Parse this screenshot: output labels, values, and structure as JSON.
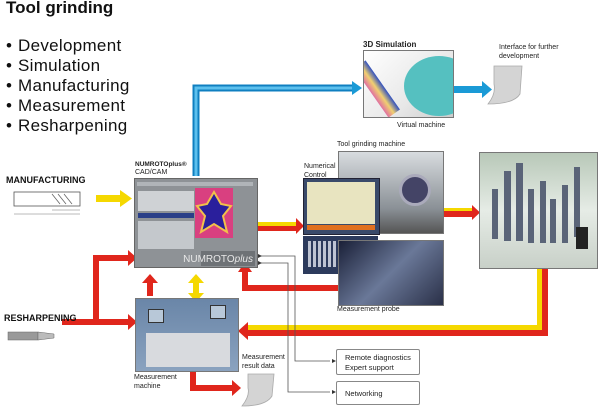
{
  "title": "Tool grinding",
  "bullets": [
    "Development",
    "Simulation",
    "Manufacturing",
    "Measurement",
    "Resharpening"
  ],
  "inputs": {
    "manufacturing": "MANUFACTURING",
    "resharpening": "RESHARPENING"
  },
  "nodes": {
    "cadcam_title": "NUMROTOplus®",
    "cadcam_sub": "CAD/CAM",
    "cadcam_brand_a": "NUMROTO",
    "cadcam_brand_b": "plus",
    "simulation_title": "3D Simulation",
    "simulation_caption": "Virtual machine",
    "interface_caption": "Interface for further development",
    "nc_label": "Numerical Control",
    "grinding_machine_label": "Tool grinding machine",
    "probe_label": "Measurement probe",
    "measurement_machine_label": "Measurement machine",
    "result_data_label": "Measurement result data",
    "remote_box": [
      "Remote diagnostics",
      "Expert support"
    ],
    "networking_box": "Networking"
  },
  "colors": {
    "blue_flow": "#1a9ad6",
    "yellow_flow": "#f5d800",
    "red_flow": "#e0261c"
  }
}
